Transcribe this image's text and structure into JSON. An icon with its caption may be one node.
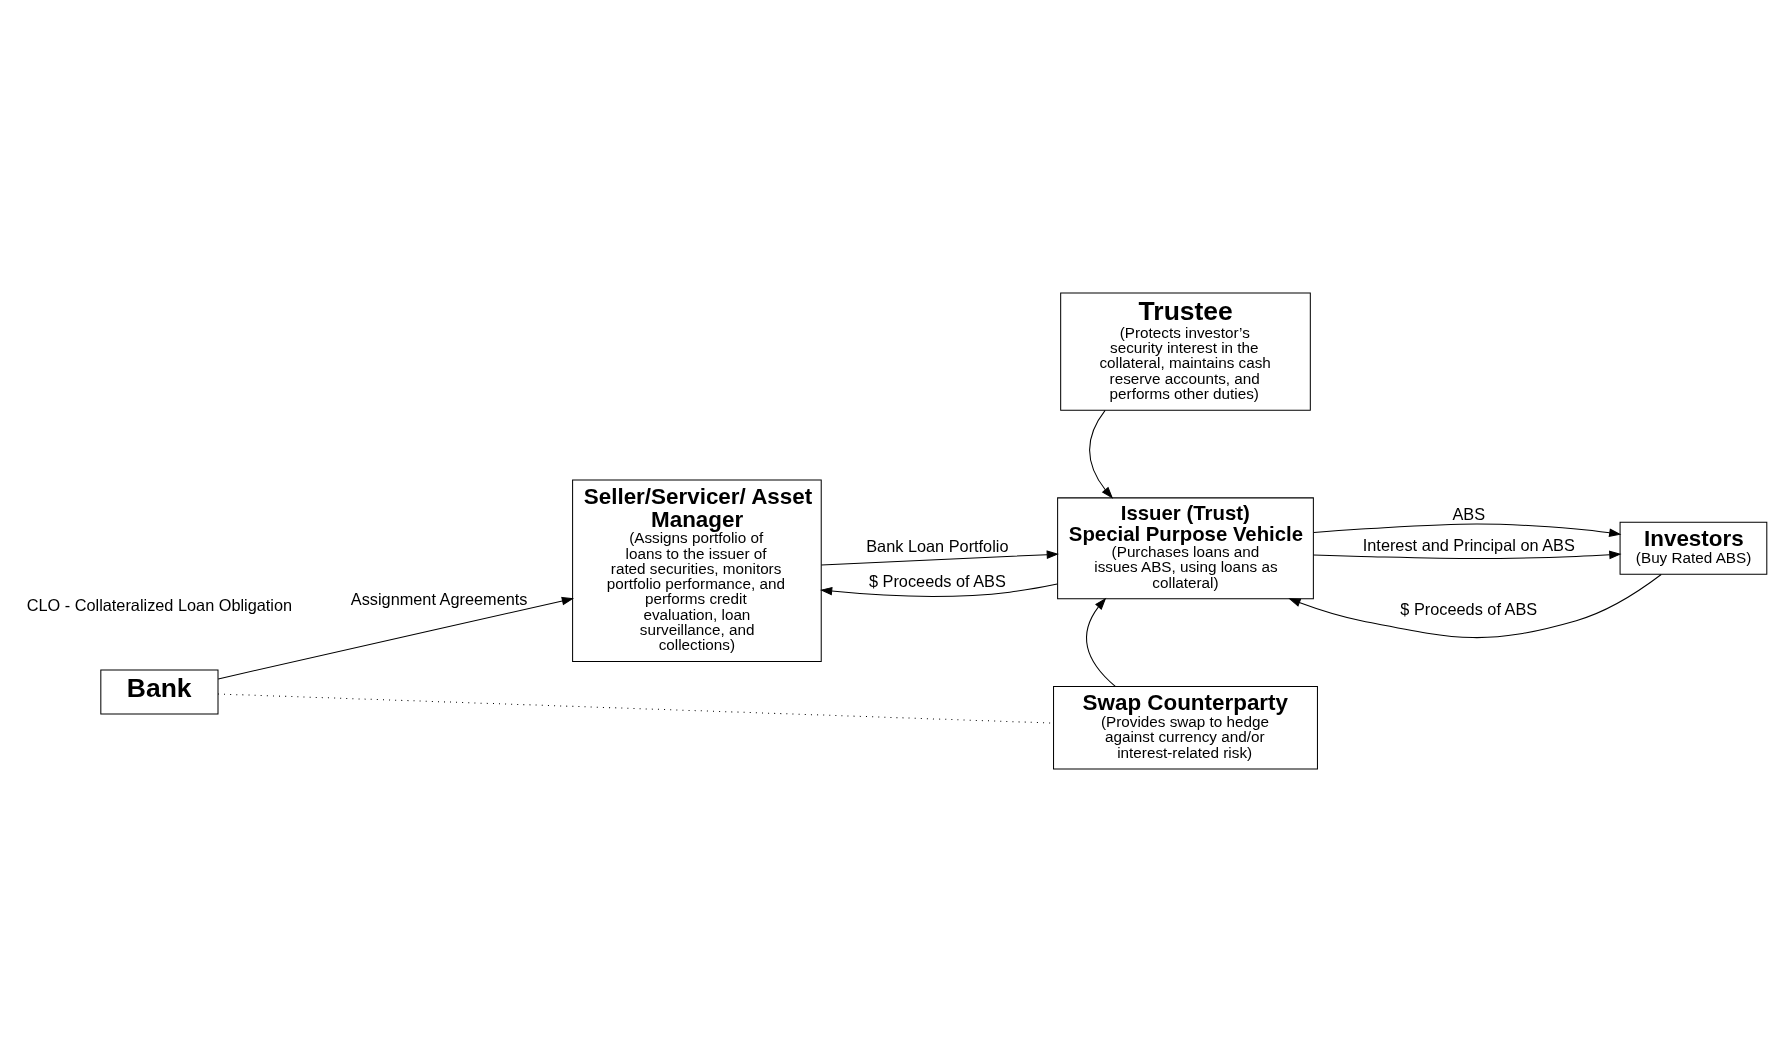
{
  "diagram": {
    "nodes": [
      {
        "text": [
          "Bank"
        ]
      },
      {
        "text": [
          "Seller/Servicer/ Asset Manager",
          "(Assigns portfolio of loans to the issuer of rated securities, monitors portfolio performance, and performs credit evaluation, loan surveillance, and collections)"
        ]
      },
      {
        "text": [
          "Trustee",
          "(Protects investor’s security interest in the collateral, maintains cash reserve accounts, and performs other duties)"
        ]
      },
      {
        "text": [
          "Issuer (Trust)",
          "Special Purpose Vehicle",
          "(Purchases loans and issues ABS, using loans as collateral)"
        ]
      },
      {
        "text": [
          "Investors",
          "(Buy Rated ABS)"
        ]
      },
      {
        "text": [
          "Swap Counterparty",
          "(Provides swap to hedge against currency and/or interest-related risk)"
        ]
      }
    ],
    "edges": [
      {
        "from": 0,
        "to": 1,
        "arrow": "to",
        "label": "Assignment Agreements"
      },
      {
        "from": 1,
        "to": 3,
        "arrow": "to",
        "label": "Bank Loan Portfolio"
      },
      {
        "from": 3,
        "to": 1,
        "arrow": "to",
        "label": "$ Proceeds of ABS"
      },
      {
        "from": 2,
        "to": 3,
        "arrow": "to"
      },
      {
        "from": 3,
        "to": 4,
        "arrow": "to",
        "label": "ABS"
      },
      {
        "from": 4,
        "to": 3,
        "arrow": "to",
        "label": "$ Proceeds of ABS"
      },
      {
        "from": 3,
        "to": 4,
        "arrow": "to",
        "label": "Interest and Principal on ABS"
      },
      {
        "from": 5,
        "to": 3,
        "arrow": "to"
      },
      {
        "from": 0,
        "to": 5,
        "arrow": "none",
        "style": "dashed"
      }
    ],
    "labels": [
      "CLO - Collateralized Loan Obligation"
    ]
  }
}
